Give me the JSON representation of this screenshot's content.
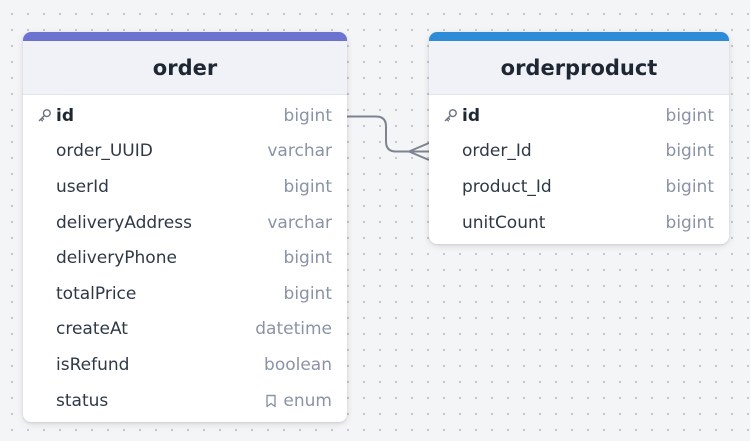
{
  "theme": {
    "order_accent": "#6b72d0",
    "orderproduct_accent": "#2e8bd8",
    "connector_color": "#7d8490"
  },
  "tables": {
    "order": {
      "name": "order",
      "columns": [
        {
          "name": "id",
          "type": "bigint",
          "primary_key": true
        },
        {
          "name": "order_UUID",
          "type": "varchar"
        },
        {
          "name": "userId",
          "type": "bigint"
        },
        {
          "name": "deliveryAddress",
          "type": "varchar"
        },
        {
          "name": "deliveryPhone",
          "type": "bigint"
        },
        {
          "name": "totalPrice",
          "type": "bigint"
        },
        {
          "name": "createAt",
          "type": "datetime"
        },
        {
          "name": "isRefund",
          "type": "boolean"
        },
        {
          "name": "status",
          "type": "enum",
          "icon": "enum-icon"
        }
      ]
    },
    "orderproduct": {
      "name": "orderproduct",
      "columns": [
        {
          "name": "id",
          "type": "bigint",
          "primary_key": true
        },
        {
          "name": "order_Id",
          "type": "bigint"
        },
        {
          "name": "product_Id",
          "type": "bigint"
        },
        {
          "name": "unitCount",
          "type": "bigint"
        }
      ]
    }
  },
  "relationships": [
    {
      "from": "order.id",
      "to": "orderproduct.order_Id",
      "from_cardinality": "one",
      "to_cardinality": "many"
    }
  ]
}
